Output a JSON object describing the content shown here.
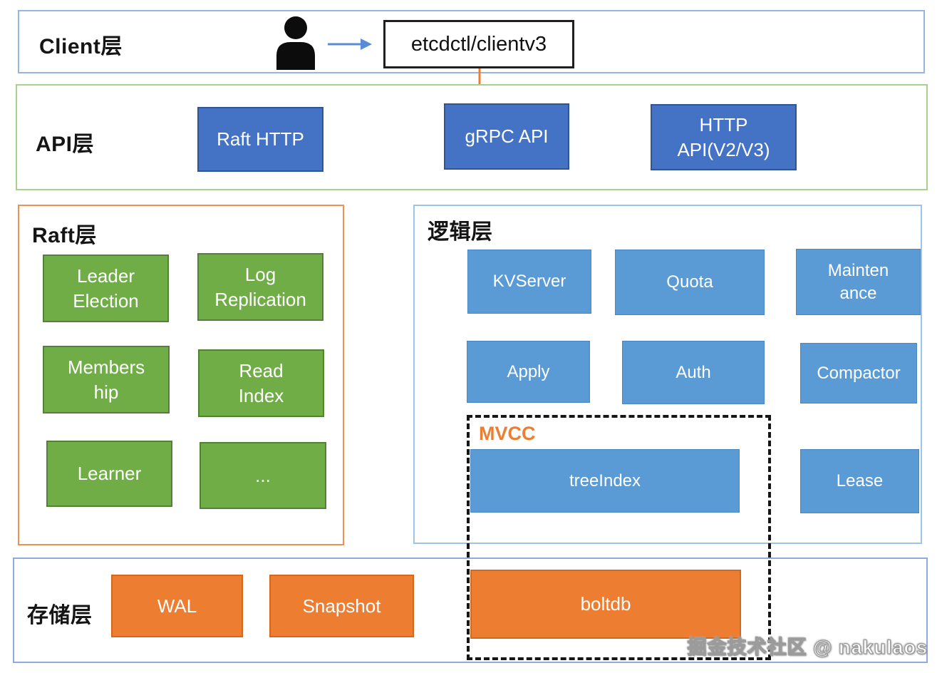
{
  "diagram": {
    "title_semantic": "etcd architecture layers",
    "watermark": "掘金技术社区 @ nakulaos",
    "client_layer": {
      "label": "Client层",
      "client_box": "etcdctl/clientv3"
    },
    "api_layer": {
      "label": "API层",
      "boxes": [
        {
          "label": "Raft HTTP"
        },
        {
          "label": "gRPC API"
        },
        {
          "label": "HTTP API(V2/V3)"
        }
      ]
    },
    "raft_layer": {
      "label": "Raft层",
      "boxes": [
        {
          "label": "Leader Election"
        },
        {
          "label": "Log Replication"
        },
        {
          "label": "Membership"
        },
        {
          "label": "Read Index"
        },
        {
          "label": "Learner"
        },
        {
          "label": "..."
        }
      ]
    },
    "logic_layer": {
      "label": "逻辑层",
      "mvcc_label": "MVCC",
      "boxes": [
        {
          "label": "KVServer"
        },
        {
          "label": "Quota"
        },
        {
          "label": "Maintenance"
        },
        {
          "label": "Apply"
        },
        {
          "label": "Auth"
        },
        {
          "label": "Compactor"
        },
        {
          "label": "treeIndex"
        },
        {
          "label": "Lease"
        }
      ]
    },
    "storage_layer": {
      "label": "存储层",
      "boxes": [
        {
          "label": "WAL"
        },
        {
          "label": "Snapshot"
        },
        {
          "label": "boltdb"
        }
      ]
    },
    "icons": {
      "user_icon": "user-silhouette",
      "client_arrow": "arrow-right",
      "grpc_arrow": "arrow-down"
    },
    "colors": {
      "api_box_fill": "#4472c4",
      "api_box_border": "#2f5597",
      "raft_box_fill": "#70ad47",
      "raft_box_border": "#538135",
      "logic_box_fill": "#5b9bd5",
      "storage_box_fill": "#ed7d31",
      "mvcc_accent": "#ed7d31",
      "client_container_border": "#96b5e0",
      "api_container_border": "#a9d18e",
      "raft_container_border": "#ee9252",
      "logic_container_border": "#9dc3e6",
      "storage_container_border": "#8faadc",
      "arrow_blue": "#5b8bd5",
      "arrow_orange": "#ed7d31"
    }
  }
}
